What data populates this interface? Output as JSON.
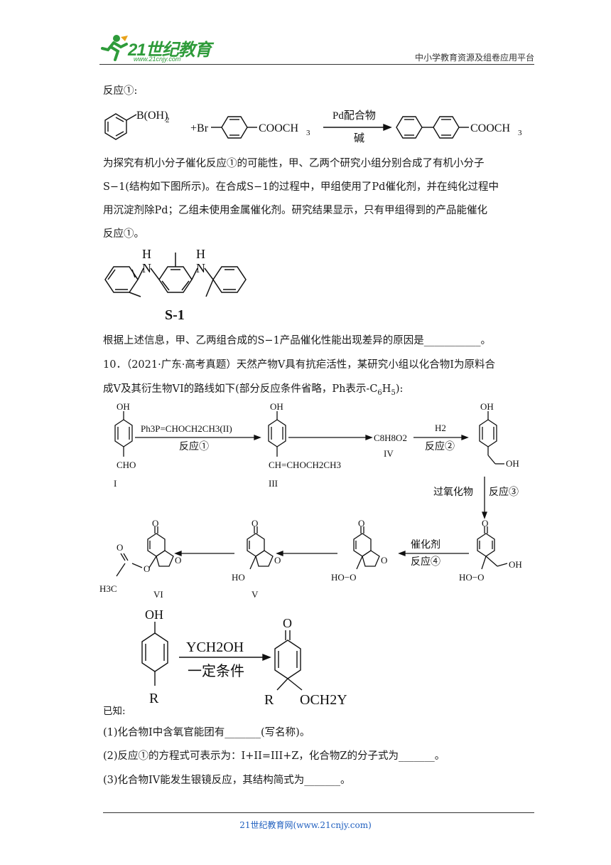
{
  "header": {
    "logo_text": "21世纪教育",
    "logo_url_text": "www.21cnjy.com",
    "platform": "中小学教育资源及组卷应用平台"
  },
  "reaction1": {
    "label": "反应①:",
    "boronic": "B(OH)",
    "boronic_sub": "2",
    "plus_br": "+Br",
    "ester": "COOCH",
    "ester_sub": "3",
    "catalyst": "Pd配合物",
    "base": "碱"
  },
  "text": {
    "p1": "为探究有机小分子催化反应①的可能性，甲、乙两个研究小组分别合成了有机小分子",
    "p2": "S−1(结构如下图所示)。在合成S−1的过程中，甲组使用了Pd催化剂，并在纯化过程中",
    "p3": "用沉淀剂除Pd；乙组未使用金属催化剂。研究结果显示，只有甲组得到的产品能催化",
    "p4": "反应①。",
    "s1_label": "S-1",
    "nh": "H",
    "n": "N",
    "q_prev": "根据上述信息，甲、乙两组合成的S−1产品催化性能出现差异的原因是___________。",
    "q10_line1": "10．（2021·广东·高考真题）天然产物V具有抗疟活性，某研究小组以化合物I为原料合",
    "q10_line2": "成V及其衍生物VI的路线如下(部分反应条件省略，Ph表示-C",
    "q10_line2_sub1": "6",
    "q10_line2_h": "H",
    "q10_line2_sub2": "5",
    "q10_line2_end": "):"
  },
  "route": {
    "oh": "OH",
    "cho": "CHO",
    "I": "I",
    "III": "III",
    "IV": "IV",
    "V": "V",
    "VI": "VI",
    "reagent_II": "Ph3P=CHOCH2CH3(II)",
    "step1": "反应①",
    "side_chain": "CH=CHOCH2CH3",
    "formula_IV": "C8H8O2",
    "h2": "H2",
    "step2": "反应②",
    "peroxide": "过氧化物",
    "step3": "反应③",
    "catalyst": "催化剂",
    "step4": "反应④",
    "hoo": "HO−O",
    "ho": "HO",
    "o": "O",
    "h3c": "H3C"
  },
  "known": {
    "label": "已知:",
    "reagent": "YCH2OH",
    "condition": "一定条件",
    "r": "R",
    "och2y": "OCH2Y"
  },
  "questions": {
    "q1": "(1)化合物I中含氧官能团有_______(写名称)。",
    "q2": "(2)反应①的方程式可表示为：I+II=III+Z，化合物Z的分子式为_______。",
    "q3": "(3)化合物IV能发生银镜反应，其结构简式为_______。"
  },
  "footer": {
    "text": "21世纪教育网(www.21cnjy.com)"
  }
}
